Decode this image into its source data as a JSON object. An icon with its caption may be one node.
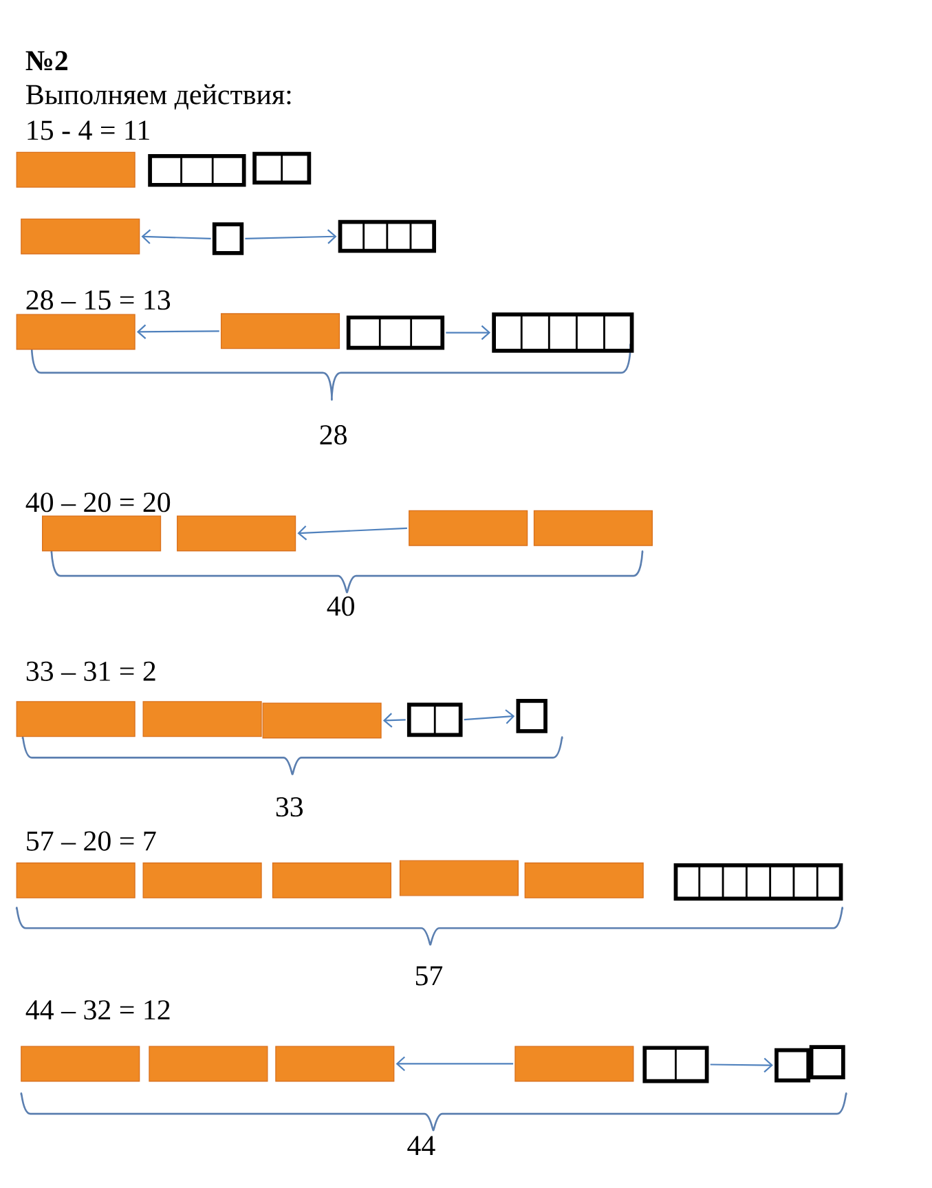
{
  "diagram": {
    "title": "№2",
    "nodes": [
      {
        "text": [],
        "shape": "bar"
      },
      {
        "text": [],
        "shape": "box"
      },
      {
        "text": [],
        "shape": "box"
      },
      {
        "text": [],
        "shape": "bar"
      },
      {
        "text": [],
        "shape": "box"
      },
      {
        "text": [],
        "shape": "box"
      },
      {
        "text": [],
        "shape": "bar"
      },
      {
        "text": [],
        "shape": "bar"
      },
      {
        "text": [],
        "shape": "box"
      },
      {
        "text": [],
        "shape": "box"
      },
      {
        "text": [],
        "shape": "bar"
      },
      {
        "text": [],
        "shape": "bar"
      },
      {
        "text": [],
        "shape": "bar"
      },
      {
        "text": [],
        "shape": "bar"
      },
      {
        "text": [],
        "shape": "bar"
      },
      {
        "text": [],
        "shape": "bar"
      },
      {
        "text": [],
        "shape": "bar"
      },
      {
        "text": [],
        "shape": "box"
      },
      {
        "text": [],
        "shape": "box"
      },
      {
        "text": [],
        "shape": "bar"
      },
      {
        "text": [],
        "shape": "bar"
      },
      {
        "text": [],
        "shape": "bar"
      },
      {
        "text": [],
        "shape": "bar"
      },
      {
        "text": [],
        "shape": "bar"
      },
      {
        "text": [],
        "shape": "box"
      },
      {
        "text": [],
        "shape": "bar"
      },
      {
        "text": [],
        "shape": "bar"
      },
      {
        "text": [],
        "shape": "bar"
      },
      {
        "text": [],
        "shape": "bar"
      },
      {
        "text": [],
        "shape": "box"
      },
      {
        "text": [],
        "shape": "box"
      },
      {
        "text": [],
        "shape": "box"
      }
    ],
    "edges": [
      {
        "from": 4,
        "to": 3,
        "arrow": "to"
      },
      {
        "from": 4,
        "to": 5,
        "arrow": "to"
      },
      {
        "from": 7,
        "to": 6,
        "arrow": "to"
      },
      {
        "from": 8,
        "to": 9,
        "arrow": "to"
      },
      {
        "from": 12,
        "to": 11,
        "arrow": "to"
      },
      {
        "from": 17,
        "to": 16,
        "arrow": "to"
      },
      {
        "from": 17,
        "to": 18,
        "arrow": "to"
      },
      {
        "from": 28,
        "to": 27,
        "arrow": "to"
      },
      {
        "from": 29,
        "to": 30,
        "arrow": "to"
      }
    ],
    "labels": [
      "Выполняем действия:",
      "15 - 4 = 11",
      "28 – 15 = 13",
      "28",
      "40 – 20 = 20",
      "40",
      "33 – 31 = 2",
      "33",
      "57 – 20 = 7",
      "57",
      "44 – 32 = 12",
      "44"
    ]
  }
}
